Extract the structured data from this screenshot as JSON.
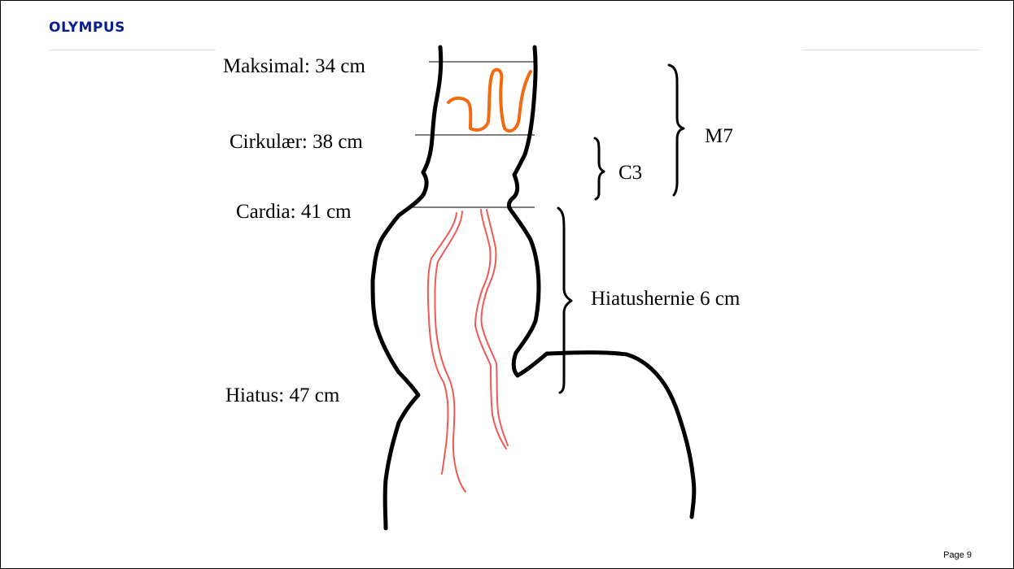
{
  "header": {
    "logo_text": "OLYMPUS"
  },
  "colors": {
    "logo": "#0a1f8f",
    "outline": "#000000",
    "tumor": "#f26a10",
    "vessels": "#f05a55"
  },
  "labels": {
    "maksimal": "Maksimal: 34 cm",
    "cirkulaer": "Cirkulær: 38 cm",
    "cardia": "Cardia: 41 cm",
    "hiatus": "Hiatus: 47 cm",
    "m7": "M7",
    "c3": "C3",
    "hiatushernie": "Hiatushernie 6 cm"
  },
  "footer": {
    "page": "Page 9"
  }
}
